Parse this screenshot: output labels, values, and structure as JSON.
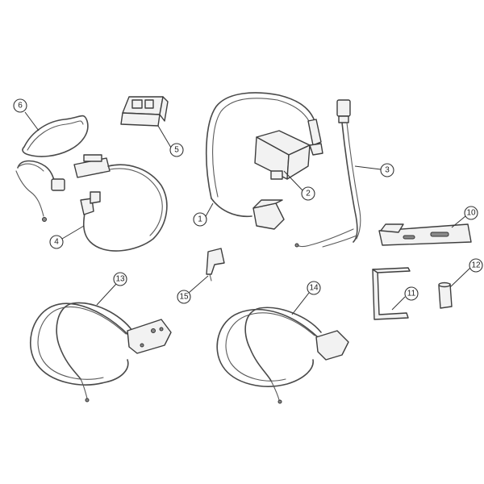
{
  "callouts": [
    {
      "key": "c1",
      "label": "1"
    },
    {
      "key": "c2",
      "label": "2"
    },
    {
      "key": "c3",
      "label": "3"
    },
    {
      "key": "c4",
      "label": "4"
    },
    {
      "key": "c5",
      "label": "5"
    },
    {
      "key": "c6",
      "label": "6"
    },
    {
      "key": "c10",
      "label": "10"
    },
    {
      "key": "c11",
      "label": "11"
    },
    {
      "key": "c12",
      "label": "12"
    },
    {
      "key": "c13",
      "label": "13"
    },
    {
      "key": "c14",
      "label": "14"
    },
    {
      "key": "c15",
      "label": "15"
    }
  ],
  "colors": {
    "line": "#4a4a4a",
    "fill": "#f2f2f2",
    "background": "#ffffff"
  }
}
